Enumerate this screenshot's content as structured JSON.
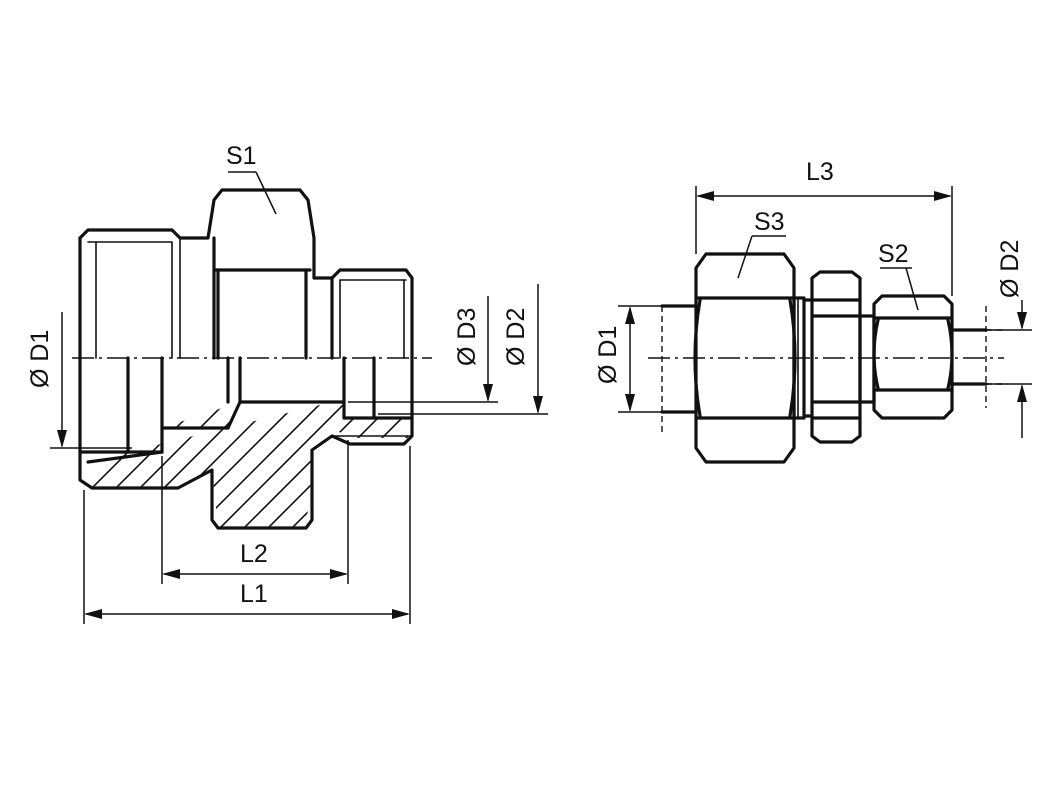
{
  "labels": {
    "s1": "S1",
    "s2": "S2",
    "s3": "S3",
    "l1": "L1",
    "l2": "L2",
    "l3": "L3",
    "d1_left": "Ø D1",
    "d2_left": "Ø D2",
    "d3_left": "Ø D3",
    "d1_right": "Ø D1",
    "d2_right": "Ø D2"
  },
  "colors": {
    "line": "#111111",
    "background": "#ffffff"
  }
}
